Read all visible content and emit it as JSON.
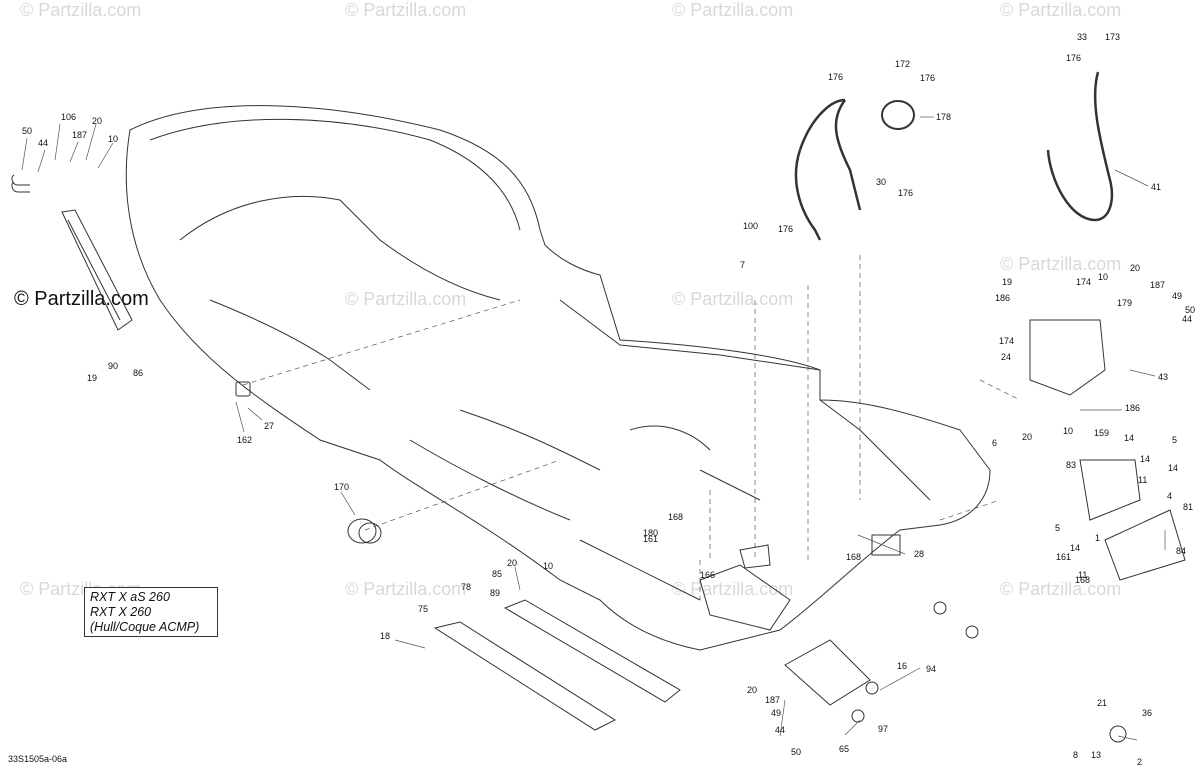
{
  "watermarks": {
    "site": "© Partzilla.com",
    "main": "© Partzilla.com"
  },
  "model_box": {
    "line1": "RXT X aS 260",
    "line2": "RXT X 260",
    "line3": "(Hull/Coque ACMP)"
  },
  "figure_code": "33S1505a-06a",
  "callouts": [
    "50",
    "106",
    "44",
    "187",
    "20",
    "10",
    "90",
    "19",
    "86",
    "27",
    "162",
    "170",
    "176",
    "172",
    "176",
    "178",
    "30",
    "176",
    "100",
    "176",
    "7",
    "33",
    "173",
    "176",
    "41",
    "19",
    "174",
    "10",
    "20",
    "186",
    "187",
    "49",
    "179",
    "50",
    "44",
    "174",
    "24",
    "43",
    "186",
    "6",
    "20",
    "10",
    "159",
    "14",
    "5",
    "83",
    "14",
    "11",
    "4",
    "14",
    "5",
    "14",
    "1",
    "11",
    "81",
    "84",
    "161",
    "168",
    "180",
    "166",
    "168",
    "28",
    "20",
    "10",
    "85",
    "78",
    "89",
    "75",
    "18",
    "16",
    "94",
    "97",
    "20",
    "187",
    "49",
    "44",
    "50",
    "65",
    "21",
    "36",
    "8",
    "13",
    "2"
  ],
  "colors": {
    "line": "#333333",
    "light": "#9a9a9a",
    "watermark": "#d8d8d8"
  }
}
